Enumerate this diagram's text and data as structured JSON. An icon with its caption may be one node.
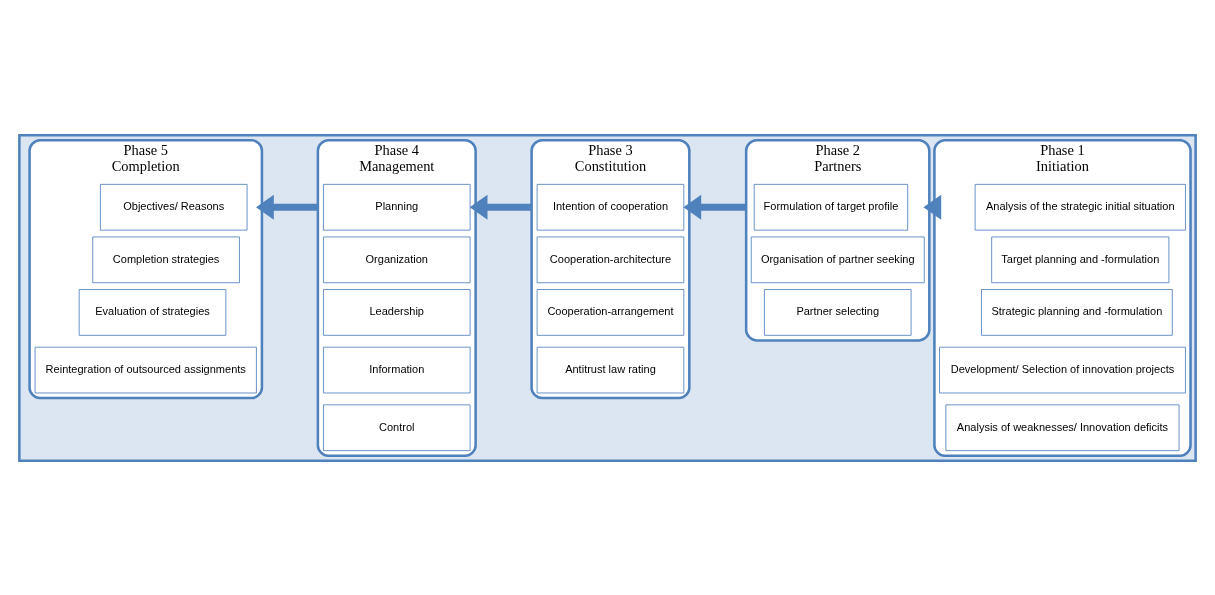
{
  "diagram": {
    "nodes": [
      {
        "text": [],
        "shape": "box"
      },
      {
        "text": [
          "Phase 1",
          "Initiation"
        ],
        "in": 0
      },
      {
        "text": [
          "Analysis of the strategic initial situation"
        ],
        "in": 1
      },
      {
        "text": [
          "Target planning and -formulation"
        ],
        "in": 1
      },
      {
        "text": [
          "Strategic planning and -formulation"
        ],
        "in": 1
      },
      {
        "text": [
          "Development/ Selection of innovation projects"
        ],
        "in": 1
      },
      {
        "text": [
          "Analysis of weaknesses/ Innovation deficits"
        ],
        "in": 1
      },
      {
        "text": [
          "Phase 2",
          "Partners"
        ],
        "in": 0
      },
      {
        "text": [
          "Formulation of target profile"
        ],
        "in": 7
      },
      {
        "text": [
          "Organisation of partner seeking"
        ],
        "in": 7
      },
      {
        "text": [
          "Partner selecting"
        ],
        "in": 7
      },
      {
        "text": [
          "Phase 3",
          "Constitution"
        ],
        "in": 0
      },
      {
        "text": [
          "Intention of cooperation"
        ],
        "in": 11
      },
      {
        "text": [
          "Cooperation-architecture"
        ],
        "in": 11
      },
      {
        "text": [
          "Cooperation-arrangement"
        ],
        "in": 11
      },
      {
        "text": [
          "Antitrust law rating"
        ],
        "in": 11
      },
      {
        "text": [
          "Phase 4",
          "Management"
        ],
        "in": 0
      },
      {
        "text": [
          "Planning"
        ],
        "in": 16
      },
      {
        "text": [
          "Organization"
        ],
        "in": 16
      },
      {
        "text": [
          "Leadership"
        ],
        "in": 16
      },
      {
        "text": [
          "Information"
        ],
        "in": 16
      },
      {
        "text": [
          "Control"
        ],
        "in": 16
      },
      {
        "text": [
          "Phase 5",
          "Completion"
        ],
        "in": 0
      },
      {
        "text": [
          "Objectives/ Reasons"
        ],
        "in": 22
      },
      {
        "text": [
          "Completion strategies"
        ],
        "in": 22
      },
      {
        "text": [
          "Evaluation of strategies"
        ],
        "in": 22
      },
      {
        "text": [
          "Reintegration of outsourced assignments"
        ],
        "in": 22
      }
    ],
    "edges": [
      {
        "from": 1,
        "to": 7,
        "arrow": "to"
      },
      {
        "from": 7,
        "to": 11,
        "arrow": "to"
      },
      {
        "from": 11,
        "to": 16,
        "arrow": "to"
      },
      {
        "from": 16,
        "to": 22,
        "arrow": "to"
      }
    ]
  }
}
